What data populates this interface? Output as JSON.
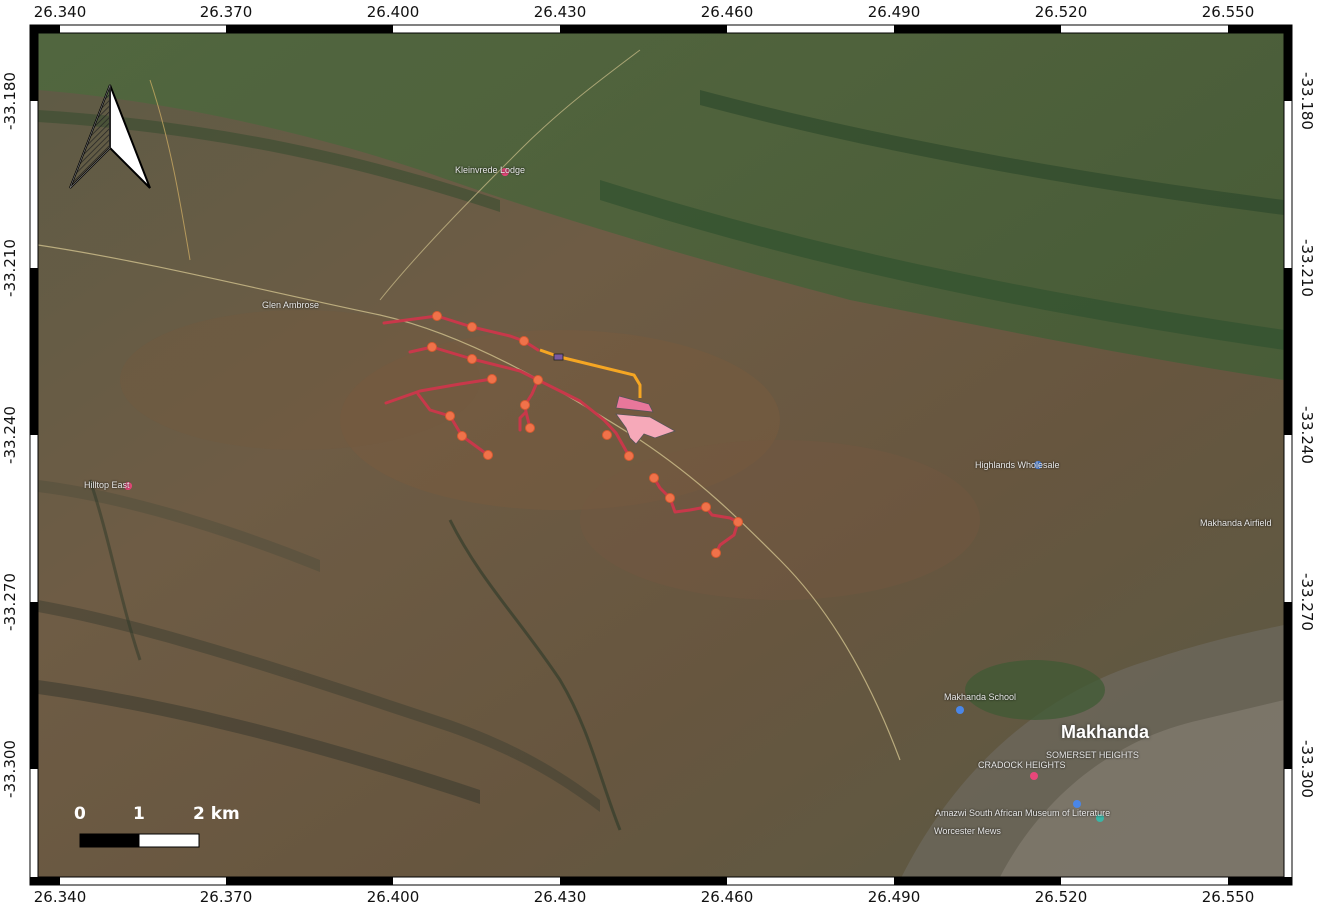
{
  "map": {
    "longitude_ticks": [
      "26.340",
      "26.370",
      "26.400",
      "26.430",
      "26.460",
      "26.490",
      "26.520",
      "26.550"
    ],
    "latitude_ticks": [
      "-33.180",
      "-33.210",
      "-33.240",
      "-33.270",
      "-33.300"
    ],
    "city_label": "Makhanda",
    "places": [
      {
        "id": "glen-ambrose",
        "label": "Glen Ambrose"
      },
      {
        "id": "hilltop",
        "label": "Hilltop East"
      },
      {
        "id": "vrede",
        "label": "Kleinvrede Lodge"
      },
      {
        "id": "ridge",
        "label": "Highlands Wholesale"
      },
      {
        "id": "somerset",
        "label": "SOMERSET HEIGHTS"
      },
      {
        "id": "museum",
        "label": "Amazwi South African Museum of Literature"
      },
      {
        "id": "worcester",
        "label": "Worcester Mews"
      },
      {
        "id": "cradock",
        "label": "CRADOCK HEIGHTS"
      },
      {
        "id": "makhanda-school",
        "label": "Makhanda School"
      },
      {
        "id": "airfield",
        "label": "Makhanda Airfield"
      }
    ],
    "scale_bar": {
      "labels": [
        "0",
        "1",
        "2 km"
      ]
    },
    "colors": {
      "turbine": "#f0724a",
      "cable": "#c8384a",
      "access_line": "#f5a623",
      "substation": "#f6a9b9"
    },
    "north_arrow": "north-arrow-icon"
  }
}
